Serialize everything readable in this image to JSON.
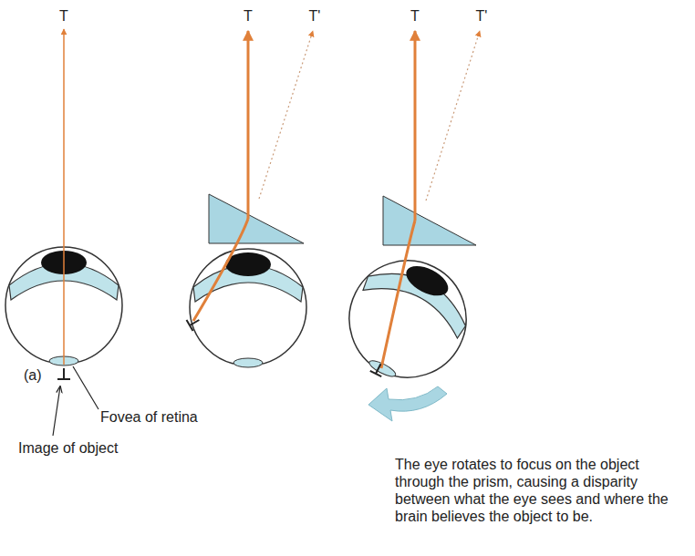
{
  "diagram": {
    "labels": [
      "T",
      "T",
      "T'",
      "T",
      "T'",
      "(a)",
      "Fovea of retina",
      "Image of object",
      "The eye rotates to focus on the object through the prism, causing a disparity between what the eye sees and where the brain believes the object to be."
    ]
  }
}
